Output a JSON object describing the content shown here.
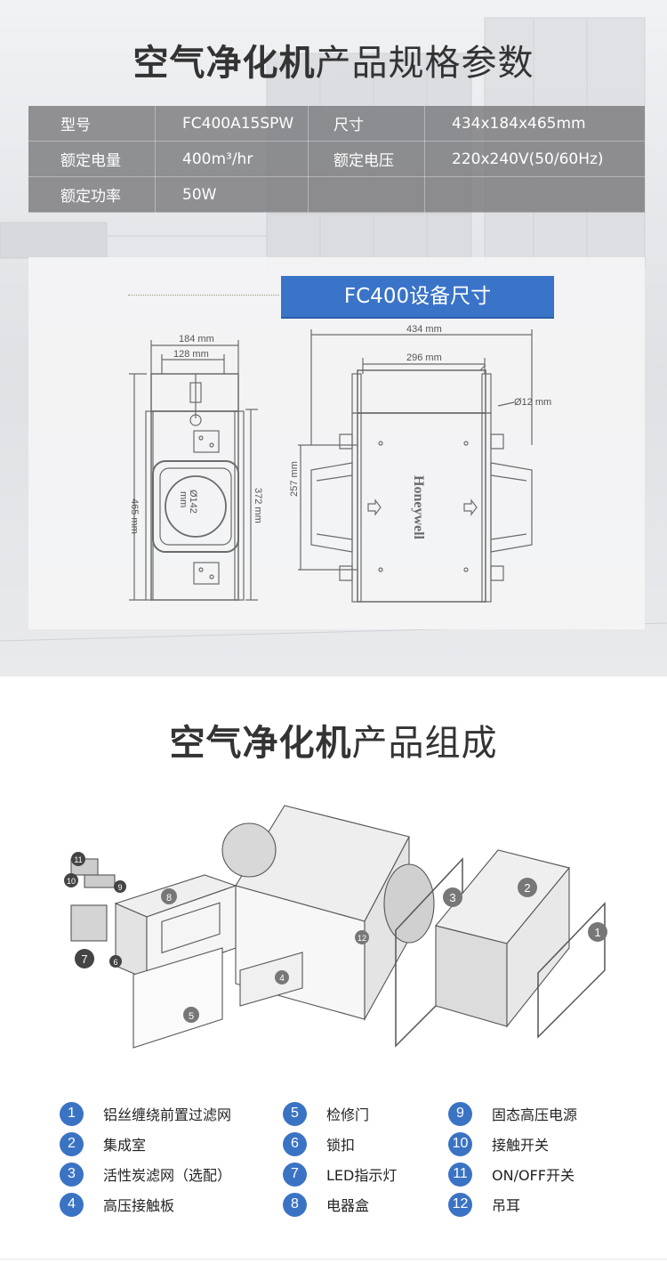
{
  "spec_section": {
    "title_bold": "空气净化机",
    "title_rest": "产品规格参数",
    "rows": [
      [
        "型号",
        "FC400A15SPW",
        "尺寸",
        "434x184x465mm"
      ],
      [
        "额定电量",
        "400m³/hr",
        "额定电压",
        "220x240V(50/60Hz)"
      ],
      [
        "额定功率",
        "50W",
        "",
        ""
      ]
    ],
    "dimension_banner": "FC400设备尺寸",
    "drawing_labels": {
      "w184": "184 mm",
      "w128": "128 mm",
      "h465": "465 mm",
      "h372": "372 mm",
      "d142": "Ø142",
      "d142_unit": "mm",
      "w434": "434 mm",
      "w296": "296 mm",
      "d12": "Ø12 mm",
      "h257": "257 mm",
      "brand": "Honeywell"
    }
  },
  "components_section": {
    "title_bold": "空气净化机",
    "title_rest": "产品组成",
    "items": [
      {
        "num": "1",
        "label": "铝丝缠绕前置过滤网"
      },
      {
        "num": "2",
        "label": "集成室"
      },
      {
        "num": "3",
        "label": "活性炭滤网（选配）"
      },
      {
        "num": "4",
        "label": "高压接触板"
      },
      {
        "num": "5",
        "label": "检修门"
      },
      {
        "num": "6",
        "label": "锁扣"
      },
      {
        "num": "7",
        "label": "LED指示灯"
      },
      {
        "num": "8",
        "label": "电器盒"
      },
      {
        "num": "9",
        "label": "固态高压电源"
      },
      {
        "num": "10",
        "label": "接触开关"
      },
      {
        "num": "11",
        "label": "ON/OFF开关"
      },
      {
        "num": "12",
        "label": "吊耳"
      }
    ]
  },
  "colors": {
    "accent_blue": "#3a74c8",
    "table_gray": "#767678"
  }
}
